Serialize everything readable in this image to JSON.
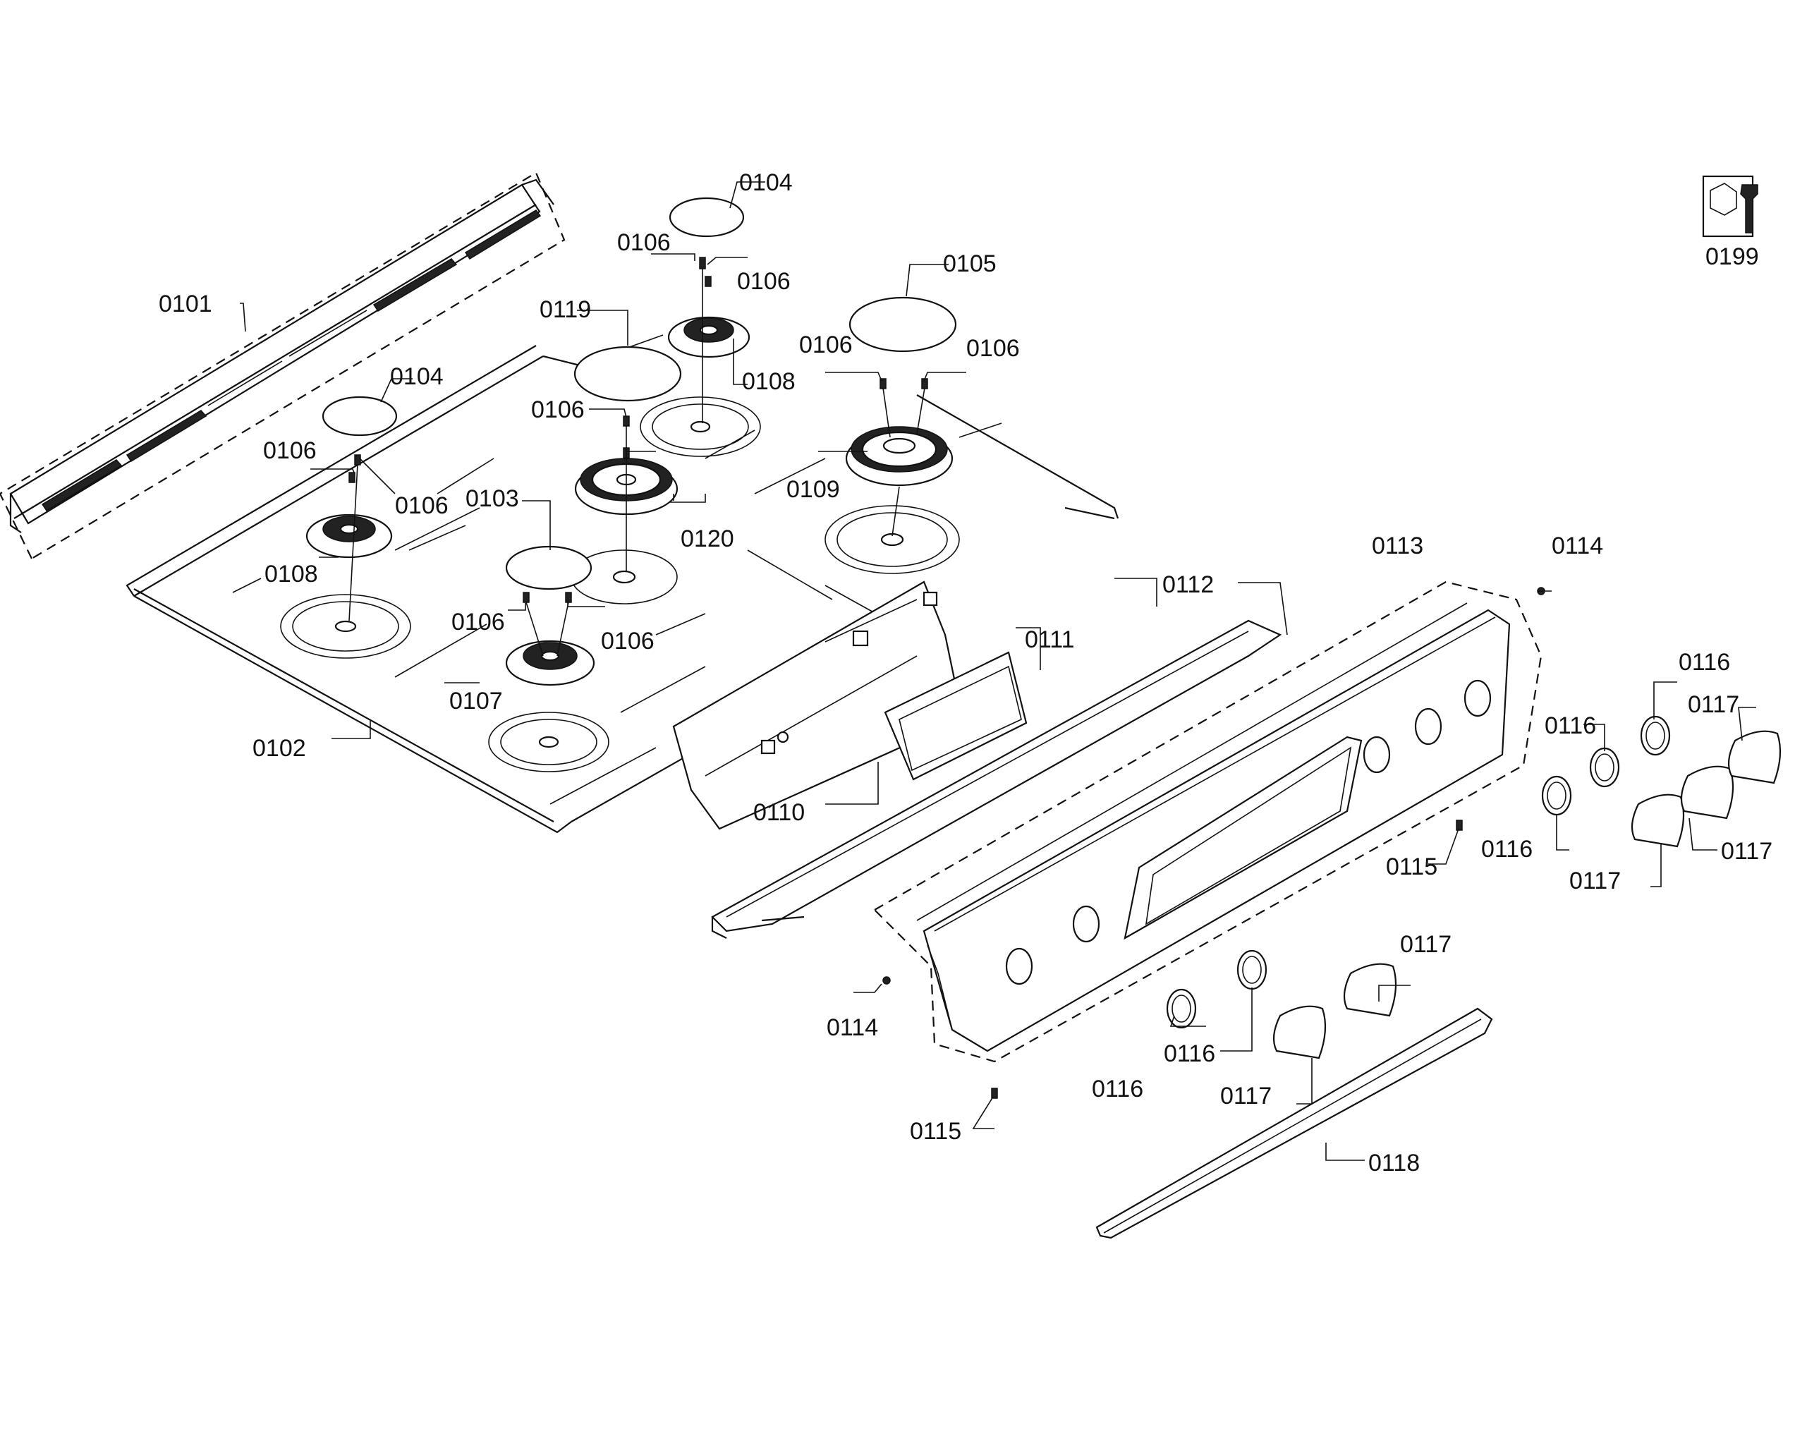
{
  "callouts": [
    {
      "id": "0101",
      "text": "0101"
    },
    {
      "id": "0102",
      "text": "0102"
    },
    {
      "id": "0103",
      "text": "0103"
    },
    {
      "id": "0104a",
      "text": "0104"
    },
    {
      "id": "0104b",
      "text": "0104"
    },
    {
      "id": "0105",
      "text": "0105"
    },
    {
      "id": "0106a",
      "text": "0106"
    },
    {
      "id": "0106b",
      "text": "0106"
    },
    {
      "id": "0106c",
      "text": "0106"
    },
    {
      "id": "0106d",
      "text": "0106"
    },
    {
      "id": "0106e",
      "text": "0106"
    },
    {
      "id": "0106f",
      "text": "0106"
    },
    {
      "id": "0106g",
      "text": "0106"
    },
    {
      "id": "0106h",
      "text": "0106"
    },
    {
      "id": "0106i",
      "text": "0106"
    },
    {
      "id": "0107",
      "text": "0107"
    },
    {
      "id": "0108a",
      "text": "0108"
    },
    {
      "id": "0108b",
      "text": "0108"
    },
    {
      "id": "0109",
      "text": "0109"
    },
    {
      "id": "0110",
      "text": "0110"
    },
    {
      "id": "0111",
      "text": "0111"
    },
    {
      "id": "0112",
      "text": "0112"
    },
    {
      "id": "0113",
      "text": "0113"
    },
    {
      "id": "0114a",
      "text": "0114"
    },
    {
      "id": "0114b",
      "text": "0114"
    },
    {
      "id": "0115a",
      "text": "0115"
    },
    {
      "id": "0115b",
      "text": "0115"
    },
    {
      "id": "0116a",
      "text": "0116"
    },
    {
      "id": "0116b",
      "text": "0116"
    },
    {
      "id": "0116c",
      "text": "0116"
    },
    {
      "id": "0116d",
      "text": "0116"
    },
    {
      "id": "0116e",
      "text": "0116"
    },
    {
      "id": "0117a",
      "text": "0117"
    },
    {
      "id": "0117b",
      "text": "0117"
    },
    {
      "id": "0117c",
      "text": "0117"
    },
    {
      "id": "0117d",
      "text": "0117"
    },
    {
      "id": "0117e",
      "text": "0117"
    },
    {
      "id": "0118",
      "text": "0118"
    },
    {
      "id": "0119",
      "text": "0119"
    },
    {
      "id": "0120",
      "text": "0120"
    },
    {
      "id": "0199",
      "text": "0199"
    }
  ],
  "icons": {
    "service_kit": "wrench-nut-icon"
  }
}
